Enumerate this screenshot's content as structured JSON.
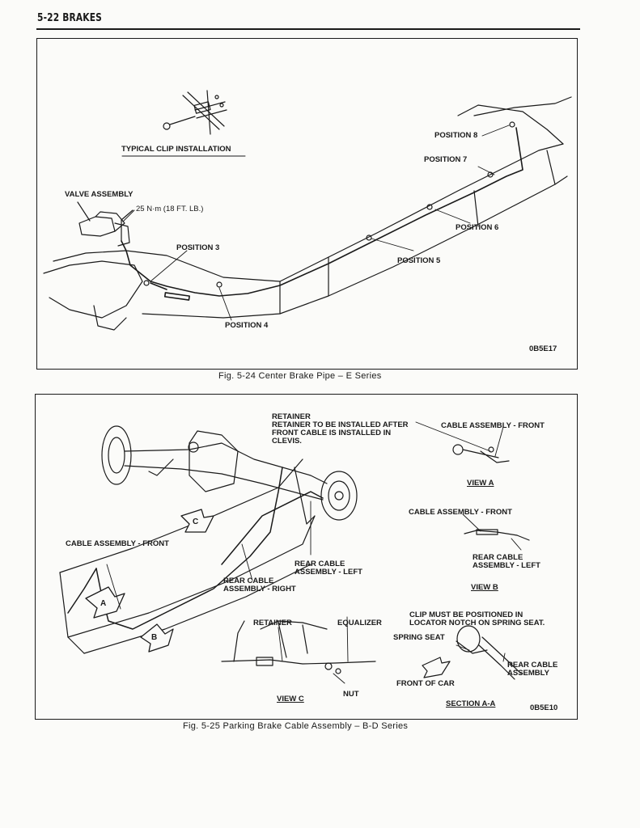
{
  "header": {
    "page_title": "5-22 BRAKES"
  },
  "figure_1": {
    "labels": {
      "typical_clip": "TYPICAL CLIP INSTALLATION",
      "valve_assembly": "VALVE ASSEMBLY",
      "torque": "25 N·m (18 FT. LB.)",
      "position_3": "POSITION 3",
      "position_4": "POSITION 4",
      "position_5": "POSITION 5",
      "position_6": "POSITION 6",
      "position_7": "POSITION 7",
      "position_8": "POSITION 8"
    },
    "code": "0B5E17",
    "caption": "Fig. 5-24 Center Brake Pipe – E Series"
  },
  "figure_2": {
    "labels": {
      "retainer_note_1": "RETAINER",
      "retainer_note_2": "RETAINER TO BE INSTALLED AFTER",
      "retainer_note_3": "FRONT CABLE IS INSTALLED IN",
      "retainer_note_4": "CLEVIS.",
      "cable_front_top": "CABLE ASSEMBLY - FRONT",
      "view_a": "VIEW A",
      "cable_front_mid": "CABLE ASSEMBLY - FRONT",
      "rear_cable_left_r_1": "REAR CABLE",
      "rear_cable_left_r_2": "ASSEMBLY - LEFT",
      "view_b": "VIEW B",
      "cable_front_left": "CABLE ASSEMBLY - FRONT",
      "rear_cable_left_1": "REAR CABLE",
      "rear_cable_left_2": "ASSEMBLY - LEFT",
      "rear_cable_right_1": "REAR CABLE",
      "rear_cable_right_2": "ASSEMBLY - RIGHT",
      "clip_note_1": "CLIP MUST BE POSITIONED IN",
      "clip_note_2": "LOCATOR NOTCH ON SPRING SEAT.",
      "spring_seat": "SPRING SEAT",
      "rear_cable_assembly_1": "REAR CABLE",
      "rear_cable_assembly_2": "ASSEMBLY",
      "front_of_car": "FRONT OF CAR",
      "section_aa": "SECTION A-A",
      "retainer": "RETAINER",
      "equalizer": "EQUALIZER",
      "nut": "NUT",
      "view_c": "VIEW C",
      "arrow_a": "A",
      "arrow_b": "B",
      "arrow_c": "C"
    },
    "code": "0B5E10",
    "caption": "Fig. 5-25 Parking Brake Cable Assembly – B-D Series"
  }
}
